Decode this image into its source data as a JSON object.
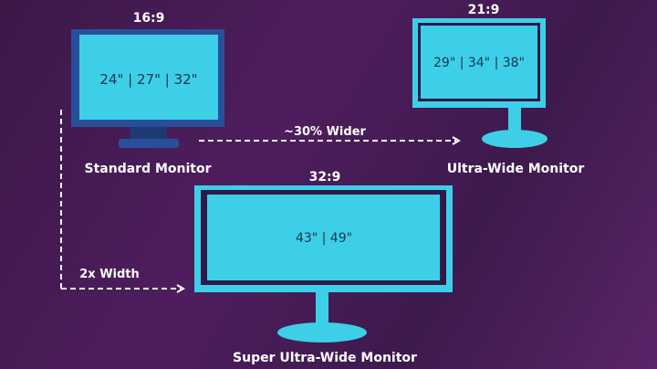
{
  "colors": {
    "screen": "#3ecfe8",
    "bezel_dark": "#2a4f9a",
    "background": "#4a1c58"
  },
  "standard": {
    "ratio": "16:9",
    "sizes": "24\" | 27\" | 32\"",
    "name": "Standard Monitor"
  },
  "ultrawide": {
    "ratio": "21:9",
    "sizes": "29\" | 34\" | 38\"",
    "name": "Ultra-Wide Monitor"
  },
  "superultrawide": {
    "ratio": "32:9",
    "sizes": "43\" | 49\"",
    "name": "Super Ultra-Wide Monitor"
  },
  "arrows": {
    "wider": "~30% Wider",
    "double": "2x Width"
  }
}
